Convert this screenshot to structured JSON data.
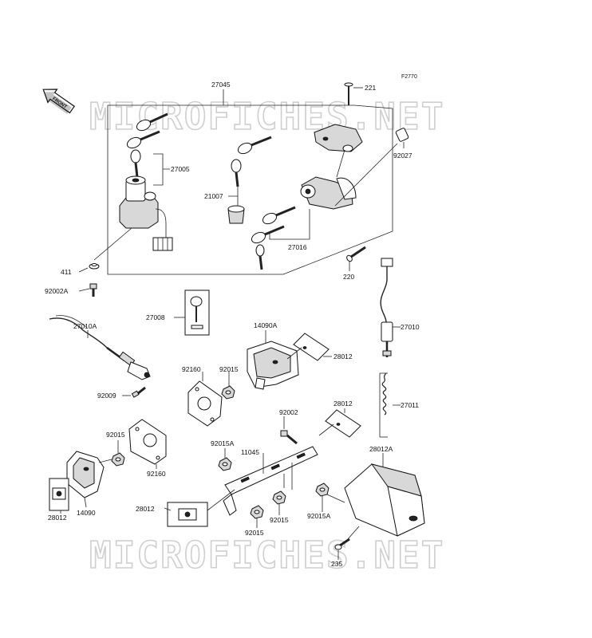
{
  "diagram": {
    "code": "F2770",
    "watermark": "MICROFICHES.NET",
    "front_label": "FRONT",
    "callouts": {
      "c27045": "27045",
      "c221": "221",
      "c92027": "92027",
      "c27005": "27005",
      "c21007": "21007",
      "c27016": "27016",
      "c220": "220",
      "c411": "411",
      "c92002A": "92002A",
      "c27008": "27008",
      "c14090A": "14090A",
      "c27010A": "27010A",
      "c27010": "27010",
      "c28012_top": "28012",
      "c92160_top": "92160",
      "c92015_top": "92015",
      "c92009": "92009",
      "c28012_mid": "28012",
      "c27011": "27011",
      "c92002": "92002",
      "c92015_left": "92015",
      "c92015A": "92015A",
      "c11045": "11045",
      "c28012A": "28012A",
      "c92160_low": "92160",
      "c14090": "14090",
      "c28012_left": "28012",
      "c28012_bottom": "28012",
      "c92015_bot1": "92015",
      "c92015_bot2": "92015",
      "c92015A_right": "92015A",
      "c235": "235"
    }
  }
}
